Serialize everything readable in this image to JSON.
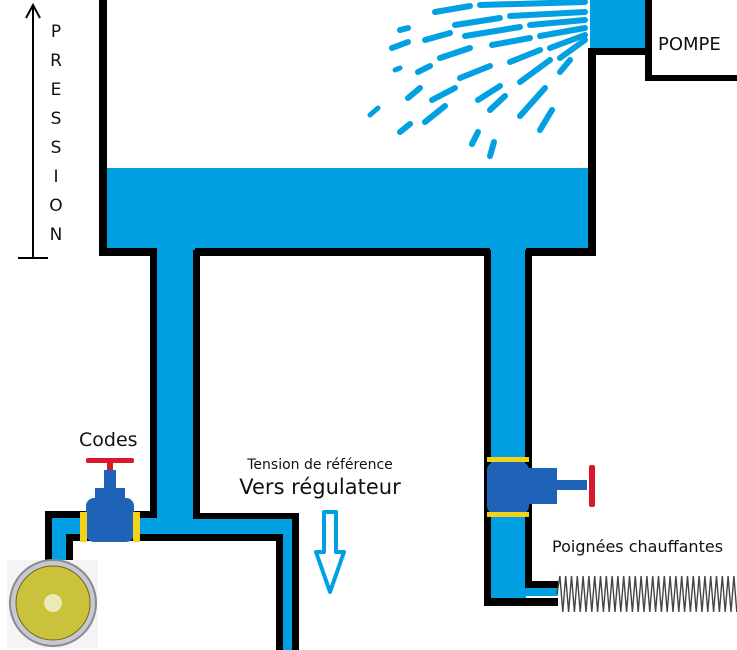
{
  "labels": {
    "pressure_letters": [
      "P",
      "R",
      "E",
      "S",
      "S",
      "I",
      "O",
      "N"
    ],
    "pump": "POMPE",
    "codes": "Codes",
    "reference_voltage": "Tension de référence",
    "to_regulator": "Vers régulateur",
    "heated_grips": "Poignées chauffantes"
  },
  "colors": {
    "water": "#00a0e3",
    "pipe_outline": "#000000",
    "valve_body": "#1f63b8",
    "valve_handle": "#d8192a",
    "flange": "#f2d21a",
    "lamp": "#c9c23a"
  }
}
